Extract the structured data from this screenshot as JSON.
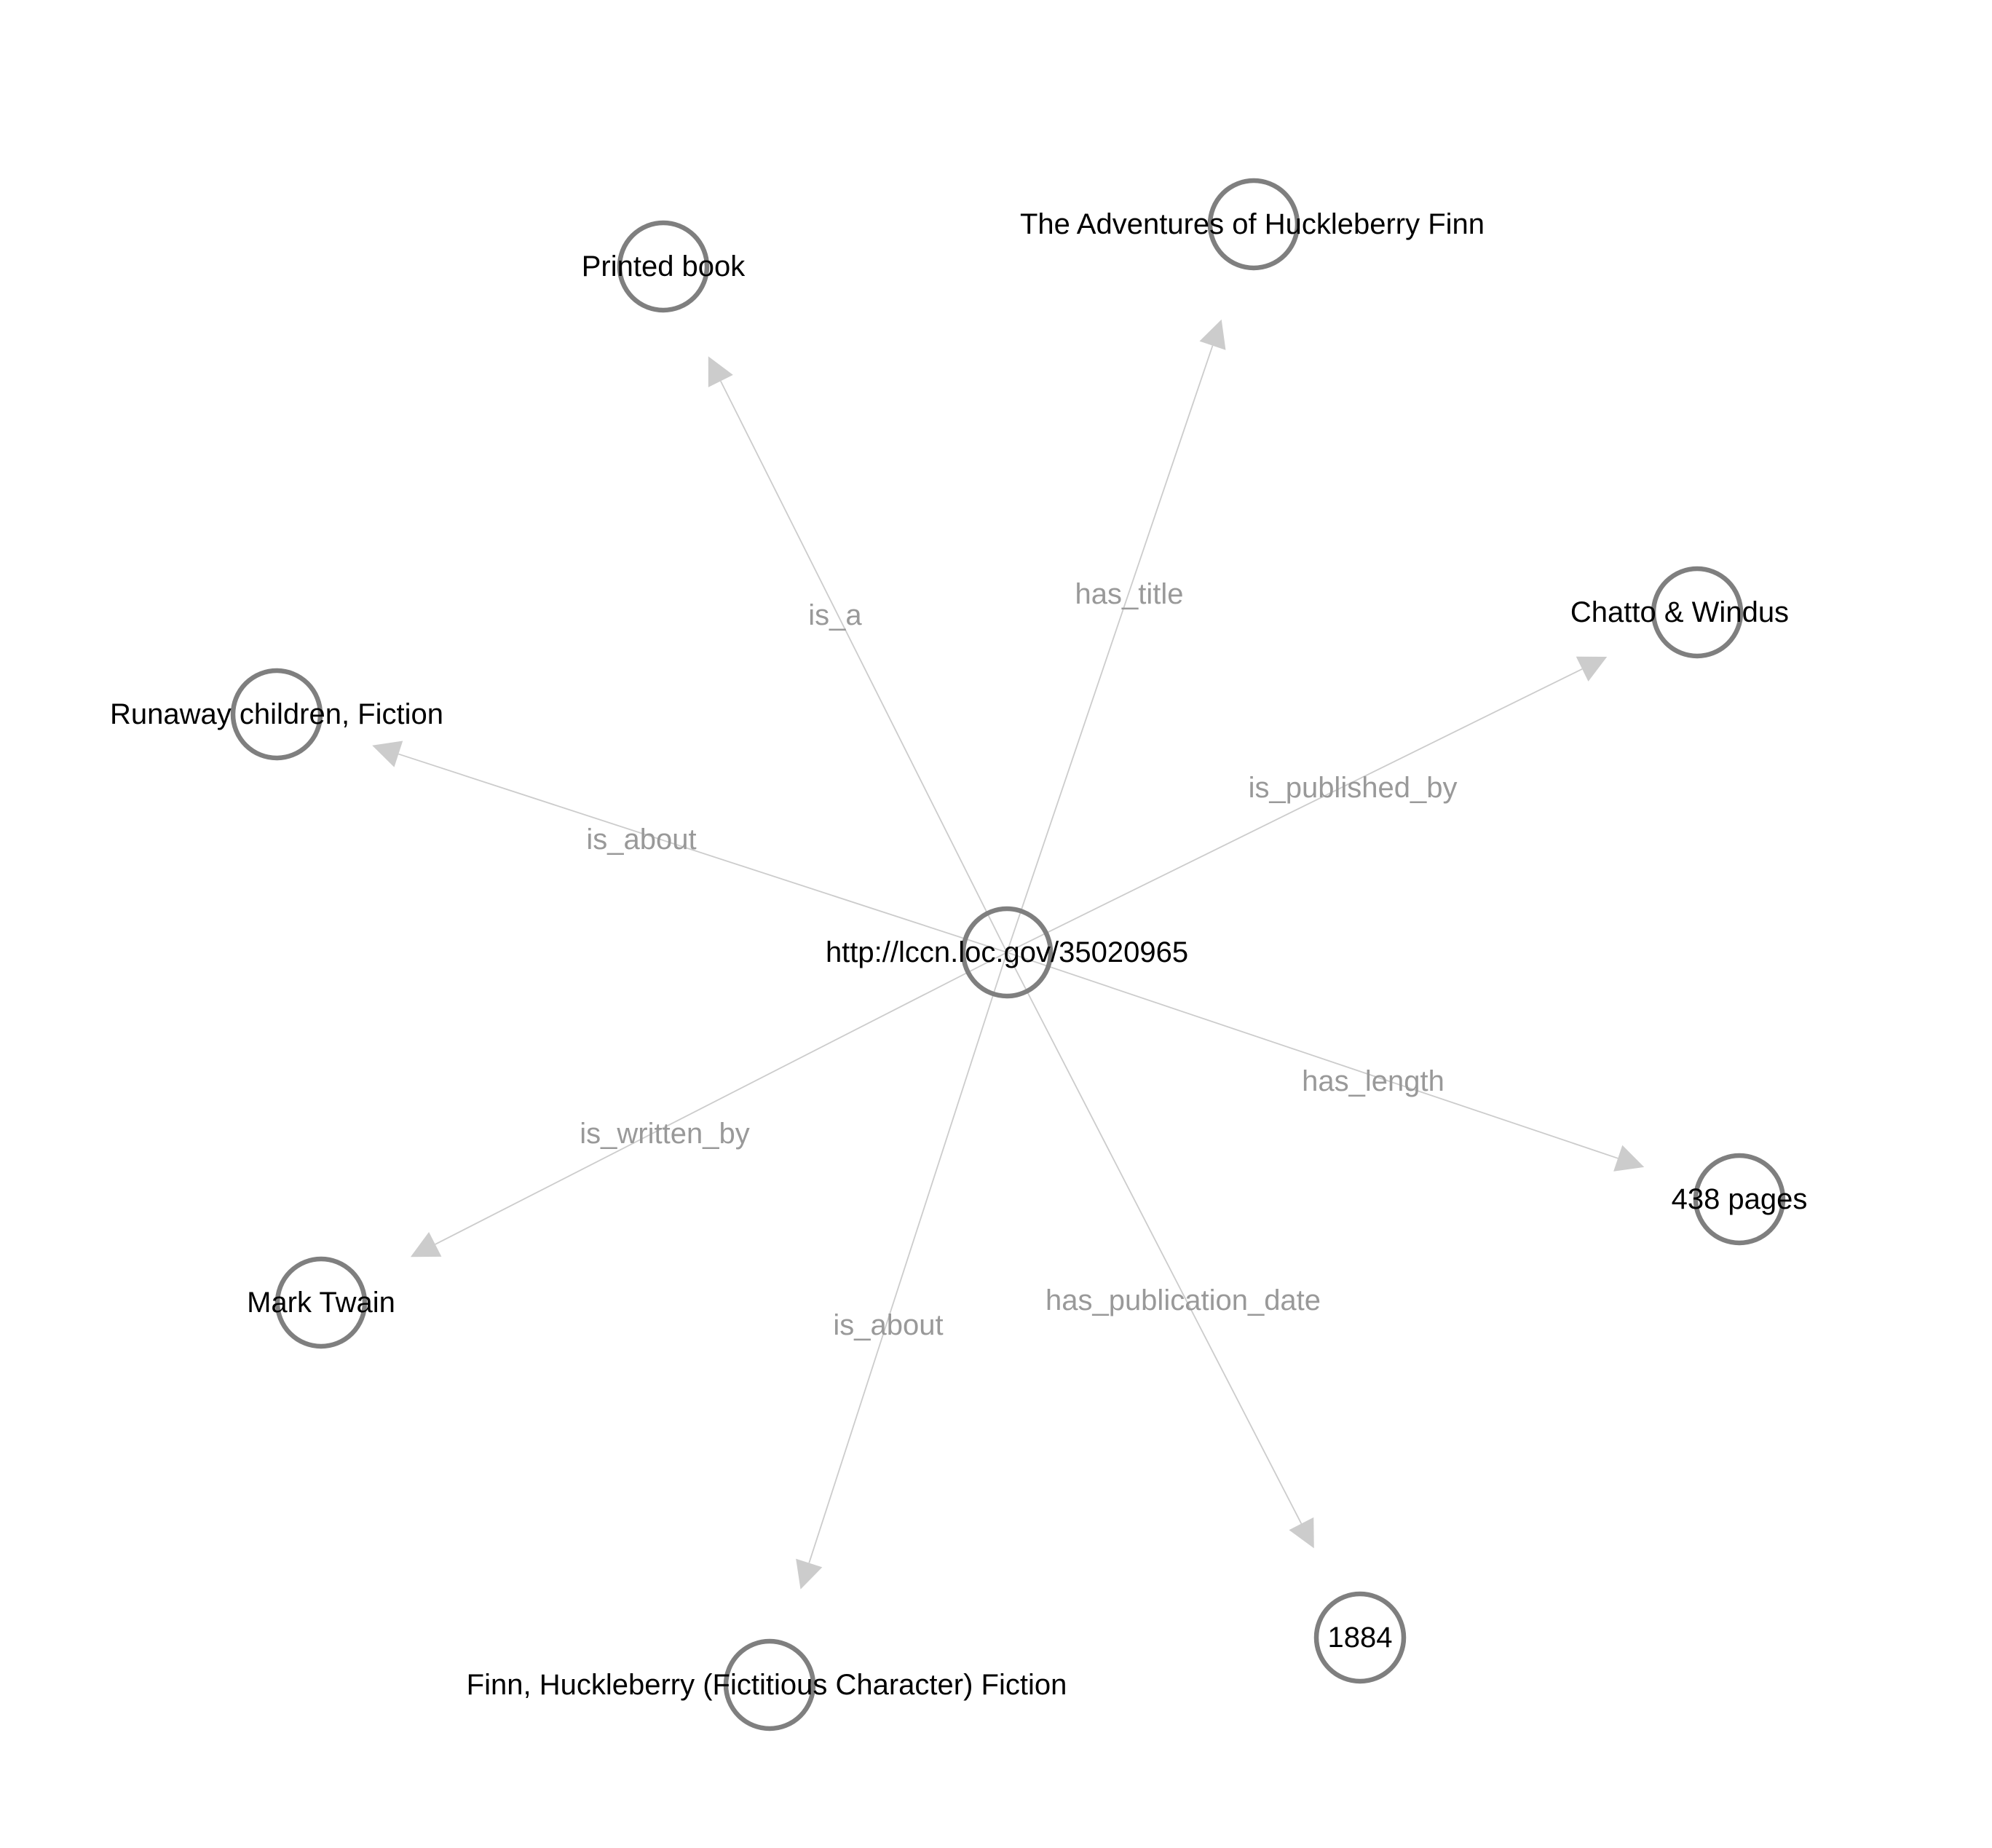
{
  "style": {
    "node_stroke": "#7f7f7f",
    "edge_color": "#cccccc",
    "edge_label_color": "#999999",
    "label_color": "#000000"
  },
  "center": {
    "id": "root",
    "label": "http://lccn.loc.gov/35020965"
  },
  "nodes": [
    {
      "id": "printed-book",
      "label": "Printed book"
    },
    {
      "id": "title",
      "label": "The Adventures of Huckleberry Finn"
    },
    {
      "id": "publisher",
      "label": "Chatto & Windus"
    },
    {
      "id": "length",
      "label": "438 pages"
    },
    {
      "id": "date",
      "label": "1884"
    },
    {
      "id": "character",
      "label": "Finn, Huckleberry (Fictitious Character) Fiction"
    },
    {
      "id": "author",
      "label": "Mark Twain"
    },
    {
      "id": "subject",
      "label": "Runaway children, Fiction"
    }
  ],
  "edges": [
    {
      "from": "root",
      "to": "printed-book",
      "label": "is_a"
    },
    {
      "from": "root",
      "to": "title",
      "label": "has_title"
    },
    {
      "from": "root",
      "to": "publisher",
      "label": "is_published_by"
    },
    {
      "from": "root",
      "to": "length",
      "label": "has_length"
    },
    {
      "from": "root",
      "to": "date",
      "label": "has_publication_date"
    },
    {
      "from": "root",
      "to": "character",
      "label": "is_about"
    },
    {
      "from": "root",
      "to": "author",
      "label": "is_written_by"
    },
    {
      "from": "root",
      "to": "subject",
      "label": "is_about"
    }
  ]
}
